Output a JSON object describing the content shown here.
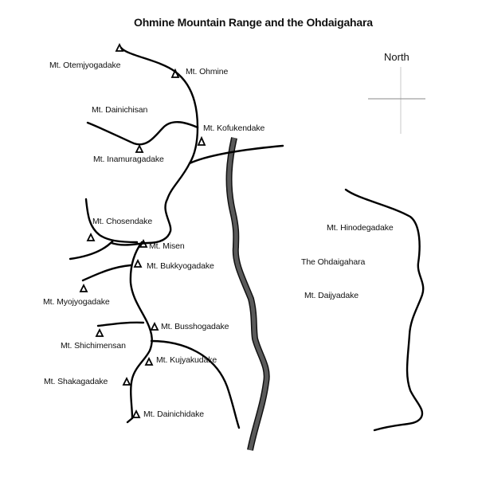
{
  "title": "Ohmine Mountain Range and the Ohdaigahara",
  "compass": {
    "label": "North"
  },
  "mountains": [
    {
      "name": "Mt. Otemjyogadake"
    },
    {
      "name": "Mt. Ohmine"
    },
    {
      "name": "Mt. Dainichisan"
    },
    {
      "name": "Mt. Kofukendake"
    },
    {
      "name": "Mt. Inamuragadake"
    },
    {
      "name": "Mt. Chosendake"
    },
    {
      "name": "Mt. Misen"
    },
    {
      "name": "Mt. Bukkyogadake"
    },
    {
      "name": "Mt. Myojyogadake"
    },
    {
      "name": "Mt. Busshogadake"
    },
    {
      "name": "Mt. Shichimensan"
    },
    {
      "name": "Mt. Kujyakudake"
    },
    {
      "name": "Mt. Shakagadake"
    },
    {
      "name": "Mt. Dainichidake"
    },
    {
      "name": "Mt. Hinodegadake"
    },
    {
      "name": "Mt. Daijyadake"
    }
  ],
  "regions": [
    {
      "name": "The Ohdaigahara"
    }
  ],
  "colors": {
    "ridge": "#000000",
    "river_fill": "#555555",
    "river_outline": "#111111",
    "compass": "#8a8a8a"
  }
}
